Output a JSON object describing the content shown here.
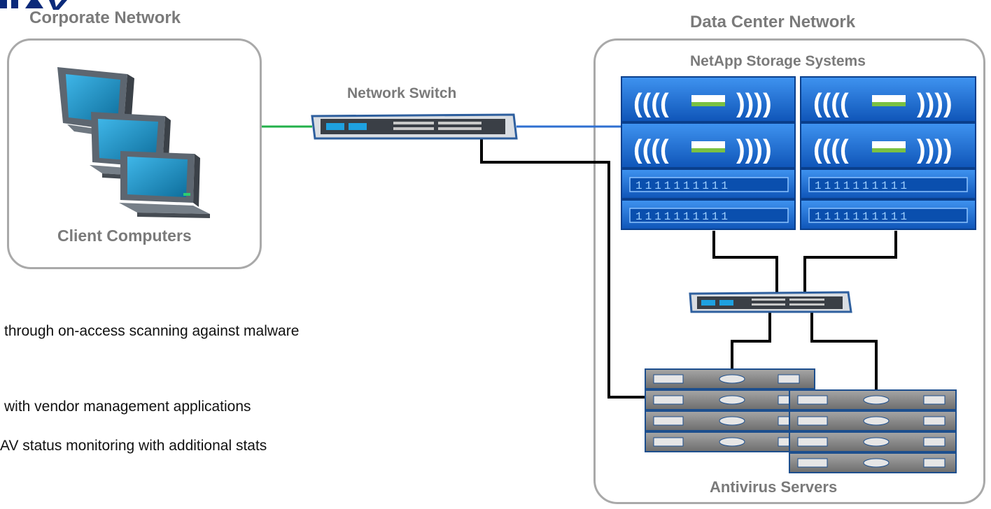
{
  "corporate": {
    "title": "Corporate Network",
    "clients_label": "Client Computers"
  },
  "switch_main": {
    "label": "Network Switch"
  },
  "datacenter": {
    "title": "Data Center Network",
    "storage_label": "NetApp Storage Systems",
    "antivirus_label": "Antivirus Servers"
  },
  "bullets": [
    "through on-access scanning against malware",
    "with vendor management applications",
    "AV status monitoring with additional stats"
  ],
  "colors": {
    "link_client": "#22b04a",
    "link_storage": "#2e6fd1",
    "link_black": "#000000",
    "storage_blue": "#1e6fd6",
    "server_gray": "#8a8a8a",
    "box_border": "#a9a9a9",
    "label_gray": "#7a7a7a"
  }
}
